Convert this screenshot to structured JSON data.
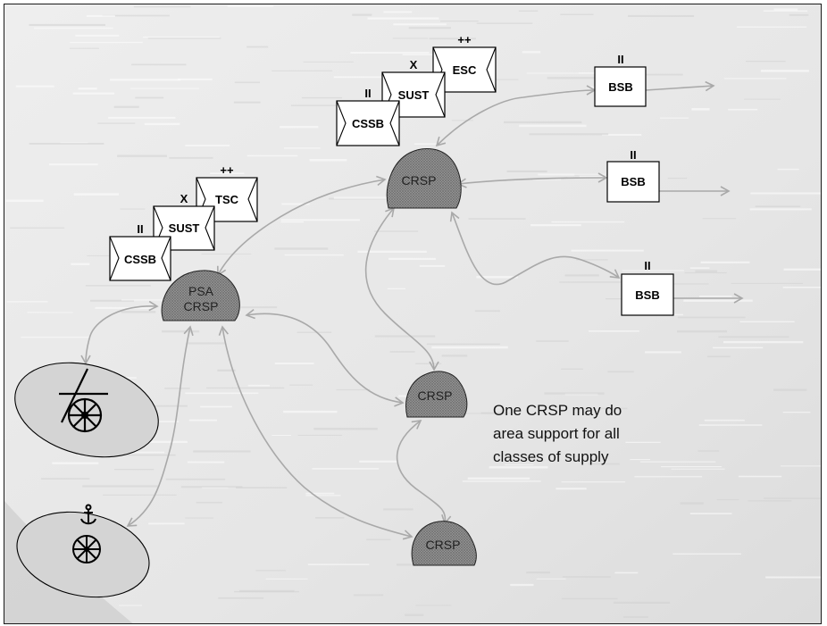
{
  "colors": {
    "background": "#e9e9e9",
    "arrow": "#a9a9a9",
    "crsp_fill": "#8d8d8d",
    "ellipse_fill": "#d4d4d4",
    "box_fill": "#ffffff",
    "stroke": "#000000"
  },
  "top_stack": {
    "esc": {
      "label": "ESC",
      "echelon": "++"
    },
    "sust": {
      "label": "SUST",
      "echelon": "X"
    },
    "cssb": {
      "label": "CSSB",
      "echelon": "II"
    }
  },
  "left_stack": {
    "tsc": {
      "label": "TSC",
      "echelon": "++"
    },
    "sust": {
      "label": "SUST",
      "echelon": "X"
    },
    "cssb": {
      "label": "CSSB",
      "echelon": "II"
    }
  },
  "bsb_units": [
    {
      "label": "BSB",
      "echelon": "II"
    },
    {
      "label": "BSB",
      "echelon": "II"
    },
    {
      "label": "BSB",
      "echelon": "II"
    }
  ],
  "crsp_nodes": {
    "psa": {
      "line1": "PSA",
      "line2": "CRSP"
    },
    "top": {
      "label": "CRSP"
    },
    "middle": {
      "label": "CRSP"
    },
    "bottom": {
      "label": "CRSP"
    }
  },
  "icons": [
    "wheeled-transport-icon",
    "anchor-wheel-icon"
  ],
  "note_lines": [
    "One CRSP may do",
    "area support for all",
    "classes of supply"
  ]
}
